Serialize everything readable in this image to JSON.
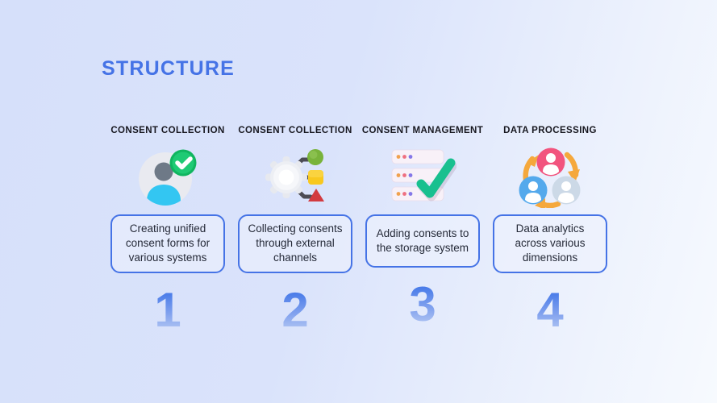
{
  "page": {
    "title": "STRUCTURE"
  },
  "steps": [
    {
      "number": "1",
      "category": "CONSENT COLLECTION",
      "description": "Creating unified consent forms for various systems",
      "icon": "user-check-icon"
    },
    {
      "number": "2",
      "category": "CONSENT COLLECTION",
      "description": "Collecting consents through external channels",
      "icon": "gear-flow-icon"
    },
    {
      "number": "3",
      "category": "CONSENT MANAGEMENT",
      "description": "Adding consents to the storage system",
      "icon": "server-check-icon"
    },
    {
      "number": "4",
      "category": "DATA PROCESSING",
      "description": "Data analytics across various dimensions",
      "icon": "users-cycle-icon"
    }
  ],
  "colors": {
    "background_left": "#d6e0fa",
    "background_right": "#f7fafe",
    "accent_blue": "#4573e6",
    "heading_text": "#17171f",
    "body_text": "#252a38",
    "number_gradient_top": "#4478e8",
    "number_gradient_bottom": "#b6c9f3",
    "check_green": "#1fca74",
    "teal_check": "#19c08f",
    "arrow_orange": "#f5a83c"
  }
}
